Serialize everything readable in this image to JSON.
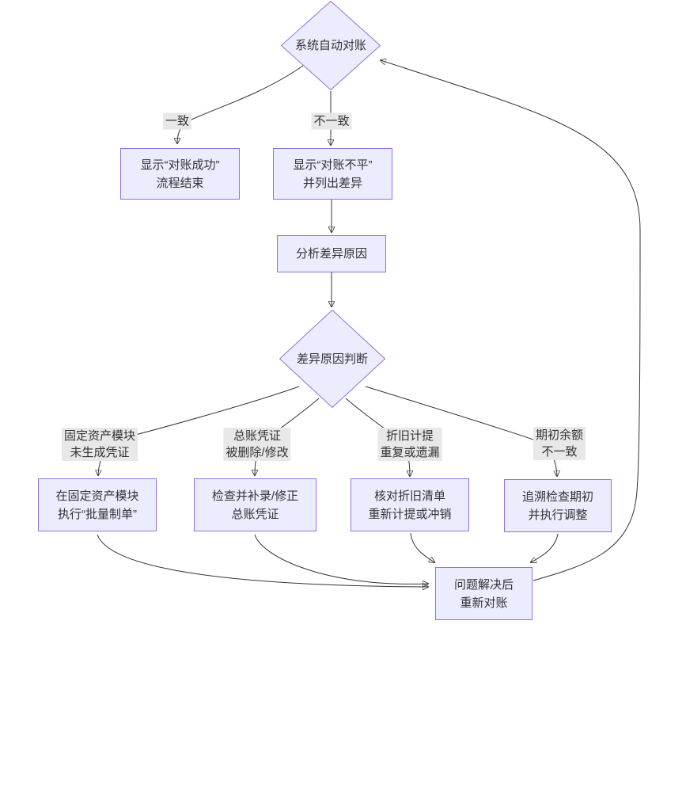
{
  "diagram": {
    "type": "flowchart",
    "direction": "top-down",
    "nodes": {
      "auto_reconcile": "系统自动对账",
      "show_success": "显示“对账成功”\n流程结束",
      "show_unbalanced": "显示“对账不平”\n并列出差异",
      "analyze_diff": "分析差异原因",
      "diff_cause_decision": "差异原因判断",
      "fa_batch_voucher": "在固定资产模块\n执行“批量制单”",
      "fix_gl_voucher": "检查并补录/修正\n总账凭证",
      "check_depreciation": "核对折旧清单\n重新计提或冲销",
      "trace_opening": "追溯检查期初\n并执行调整",
      "re_reconcile": "问题解决后\n重新对账"
    },
    "edge_labels": {
      "consistent": "一致",
      "inconsistent": "不一致",
      "fa_no_voucher": "固定资产模块\n未生成凭证",
      "gl_voucher_modified": "总账凭证\n被删除/修改",
      "depreciation_dup_missing": "折旧计提\n重复或遗漏",
      "opening_balance_mismatch": "期初余额\n不一致"
    },
    "colors": {
      "node_fill": "#ECECFF",
      "node_border": "#9370DB",
      "edge_line": "#333333",
      "edge_label_bg": "#e8e8e8",
      "text": "#333333"
    }
  }
}
